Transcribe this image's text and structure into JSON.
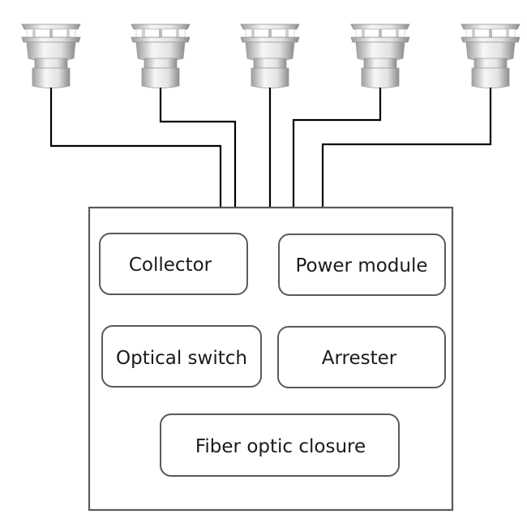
{
  "diagram": {
    "sensors": [
      {
        "icon": "weather-station-sensor-icon"
      },
      {
        "icon": "weather-station-sensor-icon"
      },
      {
        "icon": "weather-station-sensor-icon"
      },
      {
        "icon": "weather-station-sensor-icon"
      },
      {
        "icon": "weather-station-sensor-icon"
      }
    ],
    "modules": {
      "collector": "Collector",
      "power_module": "Power module",
      "optical_switch": "Optical switch",
      "arrester": "Arrester",
      "fiber_optic_closure": "Fiber optic closure"
    },
    "colors": {
      "line": "#000000",
      "box_border": "#5a5a5a",
      "sensor_body": "#e8e8e8",
      "sensor_shadow": "#9a9a9a"
    }
  }
}
